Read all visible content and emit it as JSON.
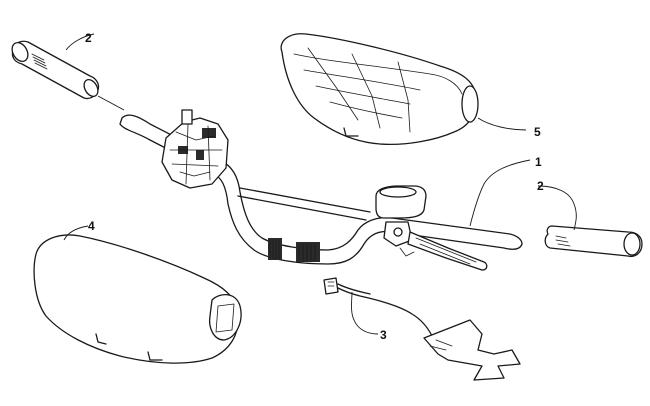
{
  "diagram": {
    "callouts": [
      {
        "id": "c2-left",
        "label": "2"
      },
      {
        "id": "c5",
        "label": "5"
      },
      {
        "id": "c1",
        "label": "1"
      },
      {
        "id": "c2-right",
        "label": "2"
      },
      {
        "id": "c4",
        "label": "4"
      },
      {
        "id": "c3",
        "label": "3"
      }
    ]
  }
}
